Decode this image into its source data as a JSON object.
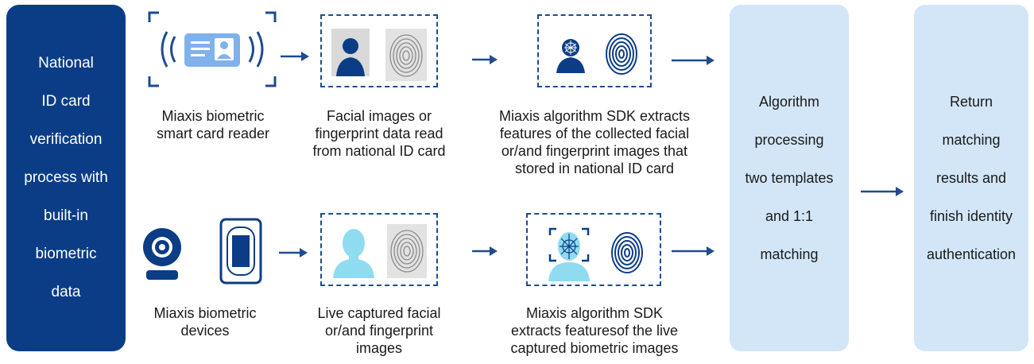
{
  "left_panel": {
    "lines": [
      "National",
      "ID card",
      "verification",
      "process with",
      "built-in",
      "biometric",
      "data"
    ]
  },
  "top_row": {
    "reader_caption": [
      "Miaxis biometric",
      "smart card reader"
    ],
    "id_data_caption": [
      "Facial images or",
      "fingerprint data read",
      "from national ID card"
    ],
    "extract_caption": [
      "Miaxis algorithm SDK extracts",
      "features of the collected facial",
      "or/and fingerprint images that",
      "stored in national ID card"
    ]
  },
  "bottom_row": {
    "devices_caption": [
      "Miaxis biometric",
      "devices"
    ],
    "live_caption": [
      "Live captured facial",
      "or/and fingerprint",
      "images"
    ],
    "extract_caption": [
      "Miaxis algorithm SDK",
      "extracts featuresof the live",
      "captured biometric images"
    ]
  },
  "algorithm_panel": {
    "lines": [
      "Algorithm",
      "processing",
      "two templates",
      "and 1:1",
      "matching"
    ]
  },
  "result_panel": {
    "lines": [
      "Return",
      "matching",
      "results and",
      "finish identity",
      "authentication"
    ]
  },
  "colors": {
    "navy": "#0b3d86",
    "light_blue_panel": "#d2e6f8",
    "card_blue": "#7fb2ec",
    "face_cyan": "#8fdcf1",
    "arrow": "#1f4b8f"
  }
}
